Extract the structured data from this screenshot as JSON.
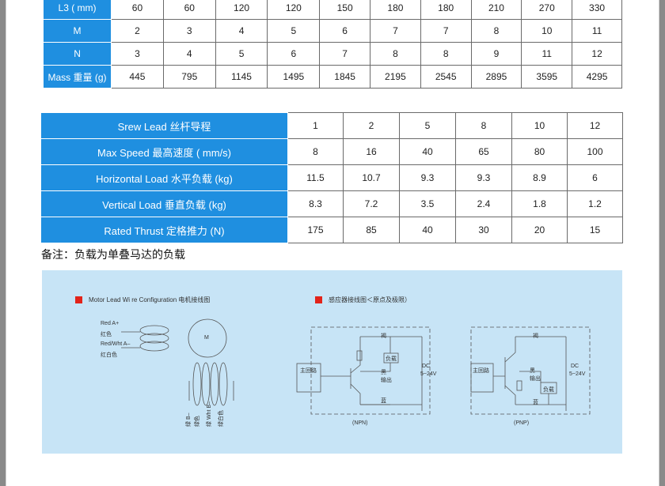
{
  "spec_table": {
    "rows": [
      {
        "label": "L3 ( mm)",
        "values": [
          "60",
          "60",
          "120",
          "120",
          "150",
          "180",
          "180",
          "210",
          "270",
          "330"
        ]
      },
      {
        "label": "M",
        "values": [
          "2",
          "3",
          "4",
          "5",
          "6",
          "7",
          "7",
          "8",
          "10",
          "11"
        ]
      },
      {
        "label": "N",
        "values": [
          "3",
          "4",
          "5",
          "6",
          "7",
          "8",
          "8",
          "9",
          "11",
          "12"
        ]
      },
      {
        "label": "Mass 重量 (g)",
        "values": [
          "445",
          "795",
          "1145",
          "1495",
          "1845",
          "2195",
          "2545",
          "2895",
          "3595",
          "4295"
        ]
      }
    ]
  },
  "performance_table": {
    "rows": [
      {
        "label": "Srew  Lead    丝杆导程",
        "values": [
          "1",
          "2",
          "5",
          "8",
          "10",
          "12"
        ]
      },
      {
        "label": "Max  Speed  最高速度 (  mm/s)",
        "values": [
          "8",
          "16",
          "40",
          "65",
          "80",
          "100"
        ]
      },
      {
        "label": "Horizontal  Load 水平负载 (kg)",
        "values": [
          "11.5",
          "10.7",
          "9.3",
          "9.3",
          "8.9",
          "6"
        ]
      },
      {
        "label": "Vertical  Load  垂直负载 (kg)",
        "values": [
          "8.3",
          "7.2",
          "3.5",
          "2.4",
          "1.8",
          "1.2"
        ]
      },
      {
        "label": "Rated Thrust  定格推力 (N)",
        "values": [
          "175",
          "85",
          "40",
          "30",
          "20",
          "15"
        ]
      }
    ]
  },
  "note": "备注：负载为单叠马达的负载",
  "motor_diagram": {
    "title": "Motor  Lead  Wi re Configuration 电机接线图",
    "labels": [
      "Red A+",
      "红色",
      "Red/Wht A–",
      "红白色"
    ],
    "motor_label": "M",
    "vertical_labels": [
      "绿 B–",
      "绿色",
      "绿 Wht B–",
      "绿白色"
    ]
  },
  "sensor_diagram": {
    "title": "感应器接线图＜原点及极限）",
    "npn": {
      "brown": "褐",
      "load": "负载",
      "black": "黑",
      "output": "输出",
      "blue": "蓝",
      "main": "主回路",
      "dc": "DC",
      "voltage": "5~24V",
      "caption": "(NPN)"
    },
    "pnp": {
      "brown": "褐",
      "load": "负载",
      "black": "黑",
      "output": "输出",
      "blue": "蓝",
      "main": "主回路",
      "dc": "DC",
      "voltage": "5~24V",
      "caption": "(PNP)"
    }
  },
  "colors": {
    "table_header": "#1f8fe0",
    "panel": "#c7e4f6",
    "legend_marker": "#e2231a"
  }
}
